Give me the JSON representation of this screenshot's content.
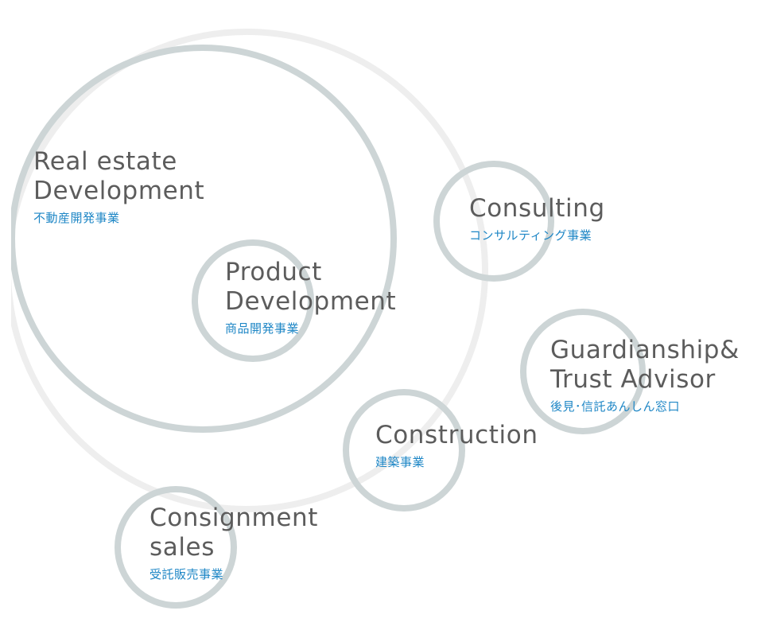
{
  "nodes": {
    "real_estate": {
      "en_line1": "Real estate",
      "en_line2": "Development",
      "jp": "不動産開発事業"
    },
    "product": {
      "en_line1": "Product",
      "en_line2": "Development",
      "jp": "商品開発事業"
    },
    "consulting": {
      "en_line1": "Consulting",
      "jp": "コンサルティング事業"
    },
    "guardianship": {
      "en_line1": "Guardianship&",
      "en_line2": "Trust Advisor",
      "jp": "後見･信託あんしん窓口"
    },
    "construction": {
      "en_line1": "Construction",
      "jp": "建築事業"
    },
    "consignment": {
      "en_line1": "Consignment",
      "en_line2": "sales",
      "jp": "受託販売事業"
    }
  },
  "colors": {
    "ring": "#cdd5d6",
    "outer_ring": "#eeeeee",
    "english_text": "#5c5c5c",
    "japanese_text": "#1f87c6"
  }
}
